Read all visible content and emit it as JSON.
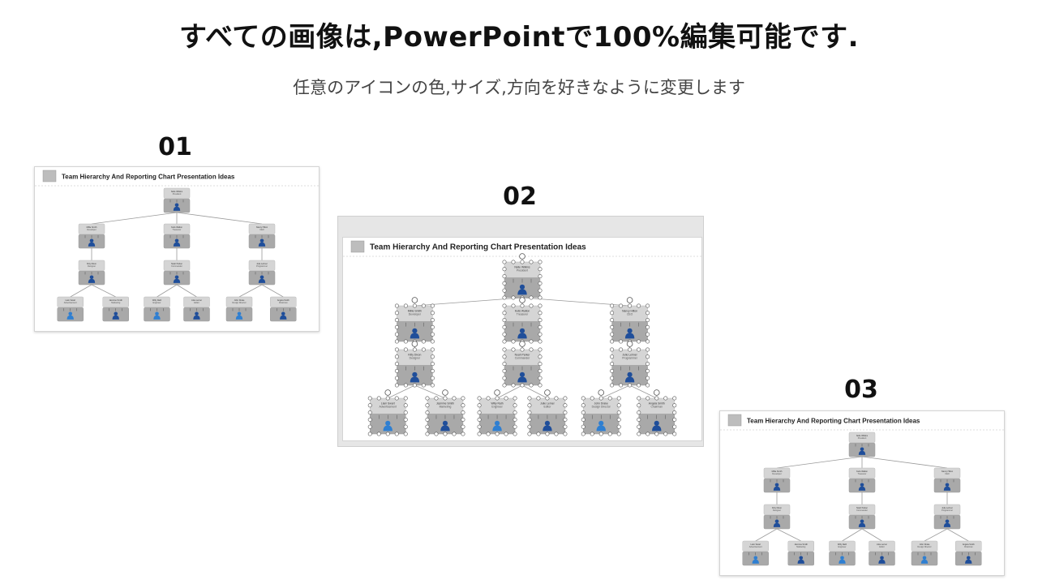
{
  "header": {
    "title": "すべての画像は,PowerPointで100%編集可能です.",
    "subtitle": "任意のアイコンの色,サイズ,方向を好きなように変更します"
  },
  "colors": {
    "box": "#a9a9a9",
    "box_light": "#d5d5d5",
    "icon_dark": "#1f4e9a",
    "icon_light": "#2f7fd1",
    "connector": "#9a9a9a",
    "handle": "#555555"
  },
  "previews": [
    {
      "number": "01",
      "slide_title": "Team Hierarchy And Reporting Chart Presentation Ideas",
      "root": {
        "name": "Nelle Wilkins",
        "role": "President"
      },
      "level1": [
        {
          "name": "Millie Smith",
          "role": "Developer"
        },
        {
          "name": "Kelis Walton",
          "role": "Treasurer"
        },
        {
          "name": "Nancy Hilton",
          "role": "CEO"
        }
      ],
      "level2": [
        {
          "name": "Kitty Dixon",
          "role": "Designer"
        },
        {
          "name": "Noah Parker",
          "role": "Commander"
        },
        {
          "name": "Julie Lehner",
          "role": "Programmer"
        }
      ],
      "level3": [
        {
          "name": "Liam Swart",
          "role": "Advertisement"
        },
        {
          "name": "Jasmine Smith",
          "role": "Marketing"
        },
        {
          "name": "Willy Rath",
          "role": "Engineer"
        },
        {
          "name": "Julie Lerner",
          "role": "Editor"
        },
        {
          "name": "John Drake",
          "role": "Design Director"
        },
        {
          "name": "Angela Smith",
          "role": "Chairman"
        }
      ]
    },
    {
      "number": "02",
      "slide_title": "Team Hierarchy And Reporting Chart Presentation Ideas",
      "root": {
        "name": "Nelle Wilkins",
        "role": "President"
      },
      "level1": [
        {
          "name": "Millie Smith",
          "role": "Developer"
        },
        {
          "name": "Kelis Walton",
          "role": "Treasurer"
        },
        {
          "name": "Nancy Hilton",
          "role": "CEO"
        }
      ],
      "level2": [
        {
          "name": "Kitty Dixon",
          "role": "Designer"
        },
        {
          "name": "Noah Parker",
          "role": "Commander"
        },
        {
          "name": "Julie Lehner",
          "role": "Programmer"
        }
      ],
      "level3": [
        {
          "name": "Liam Swart",
          "role": "Advertisement"
        },
        {
          "name": "Jasmine Smith",
          "role": "Marketing"
        },
        {
          "name": "Willy Rath",
          "role": "Engineer"
        },
        {
          "name": "Julie Lerner",
          "role": "Editor"
        },
        {
          "name": "John Drake",
          "role": "Design Director"
        },
        {
          "name": "Angela Smith",
          "role": "Chairman"
        }
      ]
    },
    {
      "number": "03",
      "slide_title": "Team Hierarchy And Reporting Chart Presentation Ideas",
      "root": {
        "name": "Nelle Wilkins",
        "role": "President"
      },
      "level1": [
        {
          "name": "Millie Smith",
          "role": "Developer"
        },
        {
          "name": "Kelis Walton",
          "role": "Treasurer"
        },
        {
          "name": "Nancy Hilton",
          "role": "CEO"
        }
      ],
      "level2": [
        {
          "name": "Kitty Dixon",
          "role": "Designer"
        },
        {
          "name": "Noah Parker",
          "role": "Commander"
        },
        {
          "name": "Julie Lehner",
          "role": "Programmer"
        }
      ],
      "level3": [
        {
          "name": "Liam Swart",
          "role": "Advertisement"
        },
        {
          "name": "Jasmine Smith",
          "role": "Marketing"
        },
        {
          "name": "Willy Rath",
          "role": "Engineer"
        },
        {
          "name": "Julie Lerner",
          "role": "Editor"
        },
        {
          "name": "John Drake",
          "role": "Design Director"
        },
        {
          "name": "Angela Smith",
          "role": "Chairman"
        }
      ]
    }
  ]
}
